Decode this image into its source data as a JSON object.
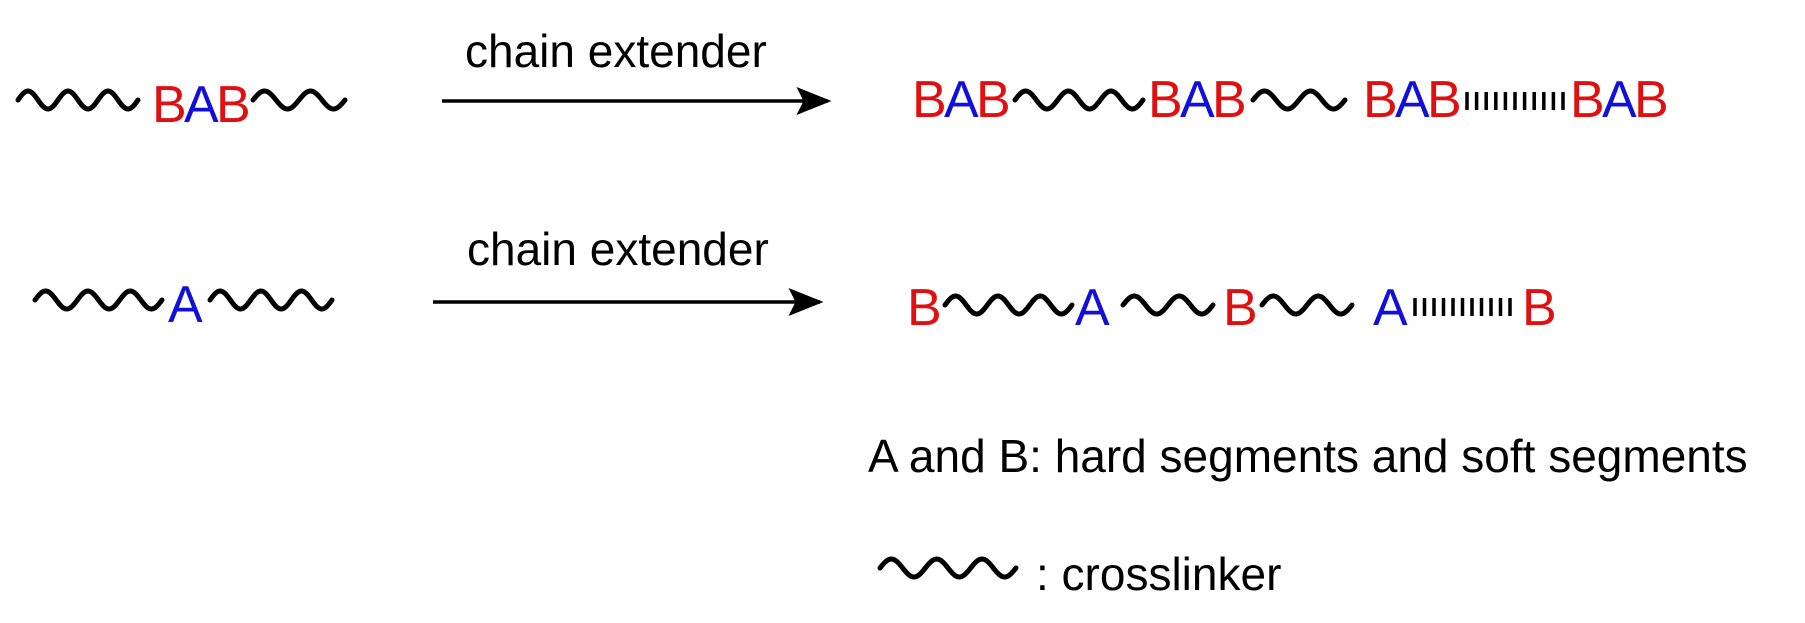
{
  "colors": {
    "A": "#1010d8",
    "B": "#e01010",
    "text": "#000000"
  },
  "row1": {
    "reactant": [
      "B",
      "A",
      "B"
    ],
    "arrow_label": "chain extender",
    "product": [
      [
        "B",
        "A",
        "B"
      ],
      [
        "B",
        "A",
        "B"
      ],
      [
        "B",
        "A",
        "B"
      ],
      [
        "B",
        "A",
        "B"
      ]
    ]
  },
  "row2": {
    "reactant": [
      "A"
    ],
    "arrow_label": "chain extender",
    "product": [
      "B",
      "A",
      "B",
      "A",
      "B"
    ]
  },
  "legend": {
    "segments_text": "A and B: hard segments and soft segments",
    "crosslinker_text": ": crosslinker",
    "crosslinker_icon": "wavy-line-icon"
  }
}
